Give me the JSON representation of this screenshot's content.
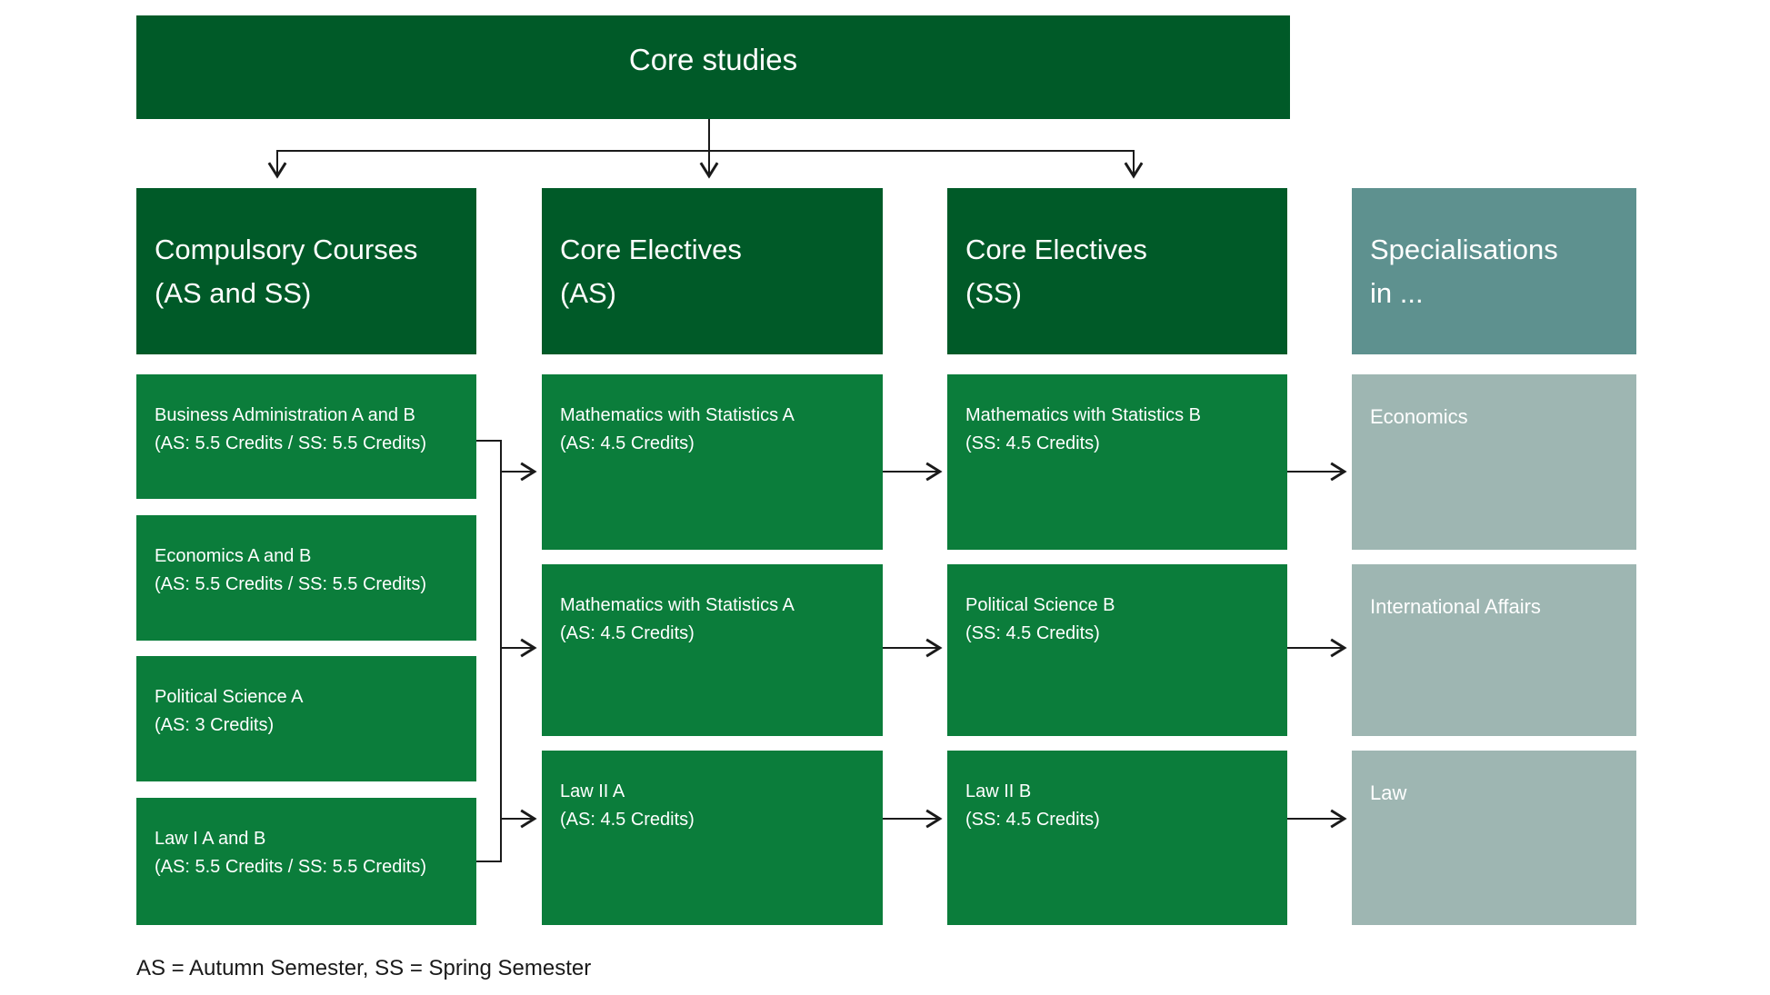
{
  "diagram": {
    "root_box": {
      "label": "Core studies"
    },
    "columns": [
      {
        "id": "compulsory-courses",
        "header": {
          "line1": "Compulsory Courses",
          "line2": "(AS and SS)"
        },
        "boxes": [
          {
            "name": "Business Administration A and B",
            "credits": "(AS: 5.5 Credits / SS: 5.5 Credits)"
          },
          {
            "name": "Economics A and B",
            "credits": "(AS: 5.5 Credits / SS: 5.5 Credits)"
          },
          {
            "name": "Political Science A",
            "credits": "(AS: 3 Credits)"
          },
          {
            "name": "Law I A and B",
            "credits": "(AS: 5.5 Credits / SS: 5.5 Credits)"
          }
        ]
      },
      {
        "id": "core-electives-as",
        "header": {
          "line1": "Core Electives",
          "line2": "(AS)"
        },
        "boxes": [
          {
            "name": "Mathematics with Statistics A",
            "credits": "(AS: 4.5 Credits)"
          },
          {
            "name": "Mathematics with Statistics A",
            "credits": "(AS: 4.5 Credits)"
          },
          {
            "name": "Law II A",
            "credits": "(AS: 4.5 Credits)"
          }
        ]
      },
      {
        "id": "core-electives-ss",
        "header": {
          "line1": "Core Electives",
          "line2": "(SS)"
        },
        "boxes": [
          {
            "name": "Mathematics with Statistics B",
            "credits": "(SS: 4.5 Credits)"
          },
          {
            "name": "Political Science B",
            "credits": "(SS: 4.5 Credits)"
          },
          {
            "name": "Law II B",
            "credits": "(SS: 4.5 Credits)"
          }
        ]
      },
      {
        "id": "specialisations",
        "header": {
          "line1": "Specialisations",
          "line2": "in ..."
        },
        "boxes": [
          {
            "name": "Economics",
            "credits": ""
          },
          {
            "name": "International Affairs",
            "credits": ""
          },
          {
            "name": "Law",
            "credits": ""
          }
        ]
      }
    ],
    "footnote": "AS = Autumn Semester, SS = Spring Semester",
    "colors": {
      "dark_green": "#005A28",
      "course_green": "#0B7D3B",
      "spec_header_teal": "#5E918F",
      "spec_box_sage": "#9EB6B2",
      "line_color": "#1A1A1A",
      "text_on_boxes": "#FFFFFF"
    }
  }
}
